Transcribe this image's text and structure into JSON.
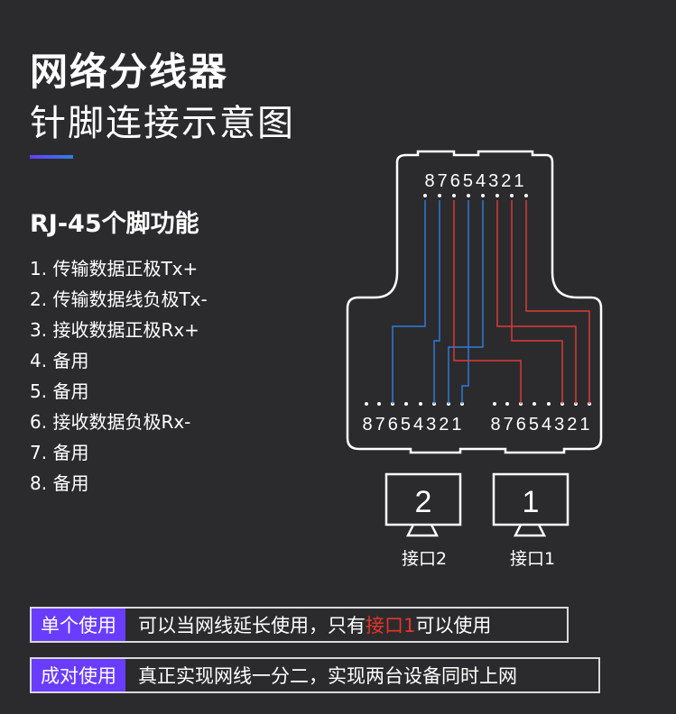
{
  "header": {
    "title": "网络分线器",
    "subtitle": "针脚连接示意图",
    "accent_color": "#6a3cff"
  },
  "pin_section": {
    "heading": "RJ-45个脚功能",
    "items": [
      "1. 传输数据正极Tx+",
      "2. 传输数据线负极Tx-",
      "3. 接收数据正极Rx+",
      "4. 备用",
      "5. 备用",
      "6. 接收数据负极Rx-",
      "7. 备用",
      "8. 备用"
    ]
  },
  "diagram": {
    "top_pins": "87654321",
    "left_pins": "87654321",
    "right_pins": "87654321",
    "blue_color": "#2f7de1",
    "red_color": "#e23b3b",
    "ports": [
      {
        "number": "2",
        "label": "接口2"
      },
      {
        "number": "1",
        "label": "接口1"
      }
    ]
  },
  "usage": [
    {
      "tag": "单个使用",
      "text_before": "可以当网线延长使用，只有",
      "highlight": "接口1",
      "text_after": "可以使用"
    },
    {
      "tag": "成对使用",
      "text_before": "真正实现网线一分二，实现两台设备同时上网",
      "highlight": "",
      "text_after": ""
    }
  ],
  "colors": {
    "tag_purple": "#6a3cff",
    "highlight_red": "#e8332a"
  }
}
